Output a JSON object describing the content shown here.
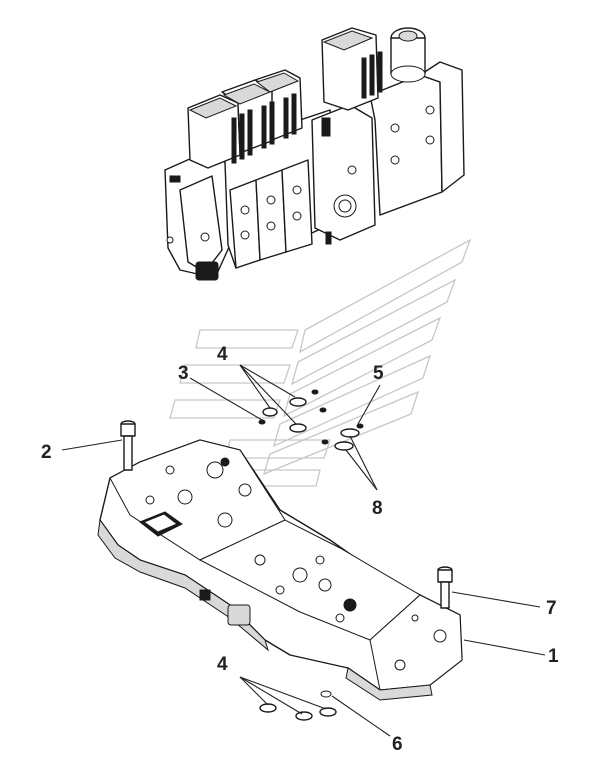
{
  "callouts": {
    "c1": "1",
    "c2": "2",
    "c3": "3",
    "c4_top": "4",
    "c4_bottom": "4",
    "c5": "5",
    "c6": "6",
    "c7": "7",
    "c8": "8"
  },
  "colors": {
    "line": "#222222",
    "watermark": "#c7c7c7"
  }
}
